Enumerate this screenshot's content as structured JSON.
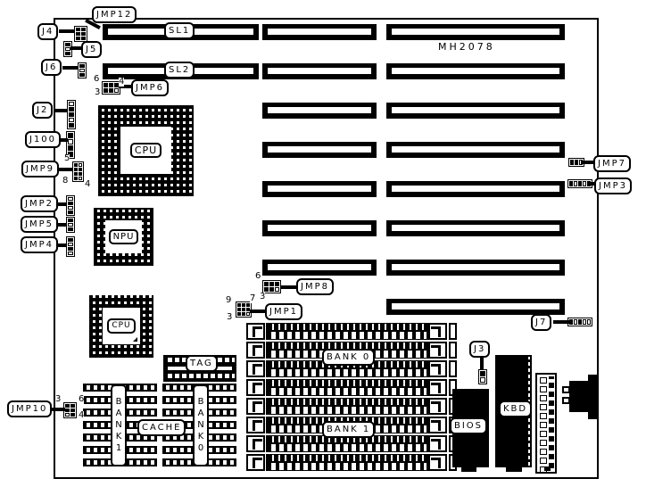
{
  "board": {
    "model": "MH2078"
  },
  "slots": {
    "sl1": "SL1",
    "sl2": "SL2"
  },
  "sockets": {
    "cpu": "CPU",
    "npu": "NPU",
    "cpu2": "CPU"
  },
  "cache": {
    "label": "CACHE",
    "tag": "TAG",
    "bank0": "BANK0",
    "bank1": "BANK1"
  },
  "memory": {
    "bank0": "BANK 0",
    "bank1": "BANK 1"
  },
  "chips": {
    "bios": "BIOS",
    "kbd": "KBD"
  },
  "connectors": {
    "j2": "J2",
    "j3": "J3",
    "j4": "J4",
    "j5": "J5",
    "j6": "J6",
    "j7": "J7",
    "j100": "J100"
  },
  "jumpers": {
    "jmp1": "JMP1",
    "jmp2": "JMP2",
    "jmp3": "JMP3",
    "jmp4": "JMP4",
    "jmp5": "JMP5",
    "jmp6": "JMP6",
    "jmp7": "JMP7",
    "jmp8": "JMP8",
    "jmp9": "JMP9",
    "jmp10": "JMP10",
    "jmp12": "JMP12"
  },
  "pin_numbers": {
    "jmp6": {
      "tl": "6",
      "tr": "4",
      "bl": "3"
    },
    "jmp9": {
      "tl": "5",
      "bl": "8",
      "br": "4"
    },
    "jmp8": {
      "tl": "6",
      "bl": "3"
    },
    "jmp1": {
      "tl": "9",
      "tr": "7",
      "bl": "3"
    },
    "jmp10": {
      "tl": "3",
      "tr": "6",
      "br": "4"
    }
  }
}
